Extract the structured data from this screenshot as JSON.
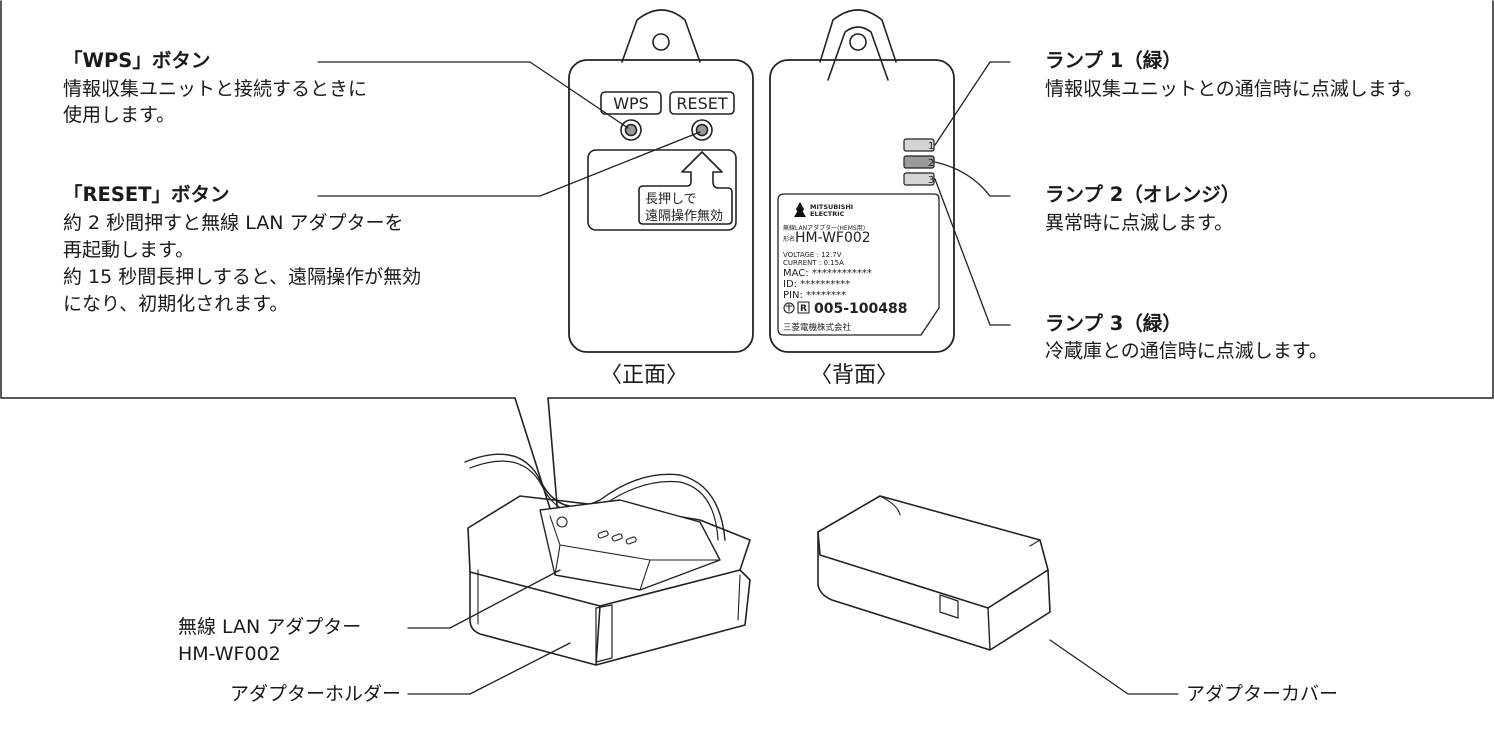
{
  "callouts": {
    "wps": {
      "title": "「WPS」ボタン",
      "lines": [
        "情報収集ユニットと接続するときに",
        "使用します。"
      ]
    },
    "reset": {
      "title": "「RESET」ボタン",
      "lines": [
        "約 2 秒間押すと無線 LAN アダプターを",
        "再起動します。",
        "約 15 秒間長押しすると、遠隔操作が無効",
        "になり、初期化されます。"
      ]
    },
    "lamp1": {
      "title": "ランプ 1（緑）",
      "desc": "情報収集ユニットとの通信時に点滅します。"
    },
    "lamp2": {
      "title": "ランプ 2（オレンジ）",
      "desc": "異常時に点滅します。"
    },
    "lamp3": {
      "title": "ランプ 3（緑）",
      "desc": "冷蔵庫との通信時に点滅します。"
    },
    "adapter": {
      "line1": "無線 LAN アダプター",
      "line2": "HM-WF002"
    },
    "holder": {
      "label": "アダプターホルダー"
    },
    "cover": {
      "label": "アダプターカバー"
    }
  },
  "front": {
    "caption": "〈正面〉",
    "wps_key": "WPS",
    "reset_key": "RESET",
    "hint_line1": "長押しで",
    "hint_line2": "遠隔操作無効"
  },
  "back": {
    "caption": "〈背面〉",
    "lamps": [
      "1",
      "2",
      "3"
    ],
    "label": {
      "brand1": "MITSUBISHI",
      "brand2": "ELECTRIC",
      "type_line": "無線LANアダプター(HEMS用)",
      "model_prefix": "形名",
      "model": "HM-WF002",
      "voltage": "VOLTAGE : 12.7V",
      "current": "CURRENT : 0.15A",
      "mac": "MAC: ************",
      "id": "ID:   **********",
      "pin": "PIN:  ********",
      "cert": "005-100488",
      "maker": "三菱電機株式会社"
    }
  }
}
